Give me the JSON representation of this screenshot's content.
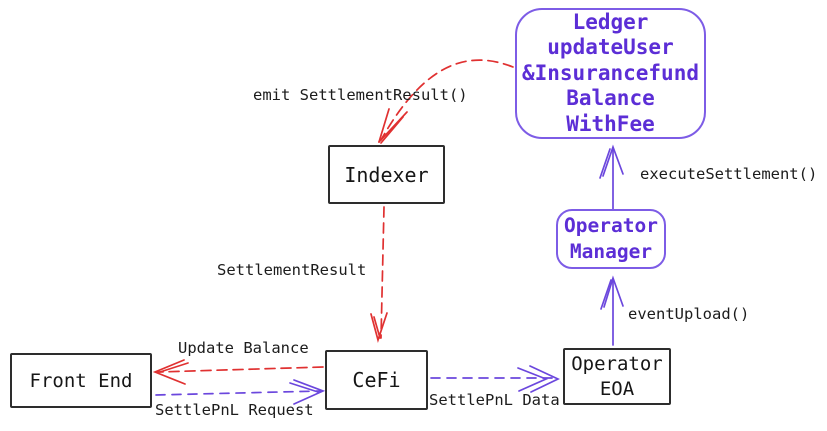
{
  "diagram": {
    "nodes": {
      "ledger": {
        "lines": [
          "Ledger",
          "updateUser",
          "&Insurancefund",
          "Balance",
          "WithFee"
        ]
      },
      "indexer": {
        "label": "Indexer"
      },
      "operator_manager": {
        "lines": [
          "Operator",
          "Manager"
        ]
      },
      "operator_eoa": {
        "lines": [
          "Operator",
          "EOA"
        ]
      },
      "cefi": {
        "label": "CeFi"
      },
      "front_end": {
        "label": "Front End"
      }
    },
    "edges": {
      "emit_settlement_result": "emit SettlementResult()",
      "settlement_result": "SettlementResult",
      "update_balance": "Update Balance",
      "settle_pnl_request": "SettlePnL Request",
      "settle_pnl_data": "SettlePnL Data",
      "event_upload": "eventUpload()",
      "execute_settlement": "executeSettlement()"
    },
    "colors": {
      "edge_red": "#e03131",
      "edge_purple": "#6b47dd",
      "node_black_border": "#2d2d2d",
      "node_purple_border": "#7d5ce6",
      "node_purple_text": "#5c2ed6",
      "label_text": "#1c1c1c"
    }
  }
}
